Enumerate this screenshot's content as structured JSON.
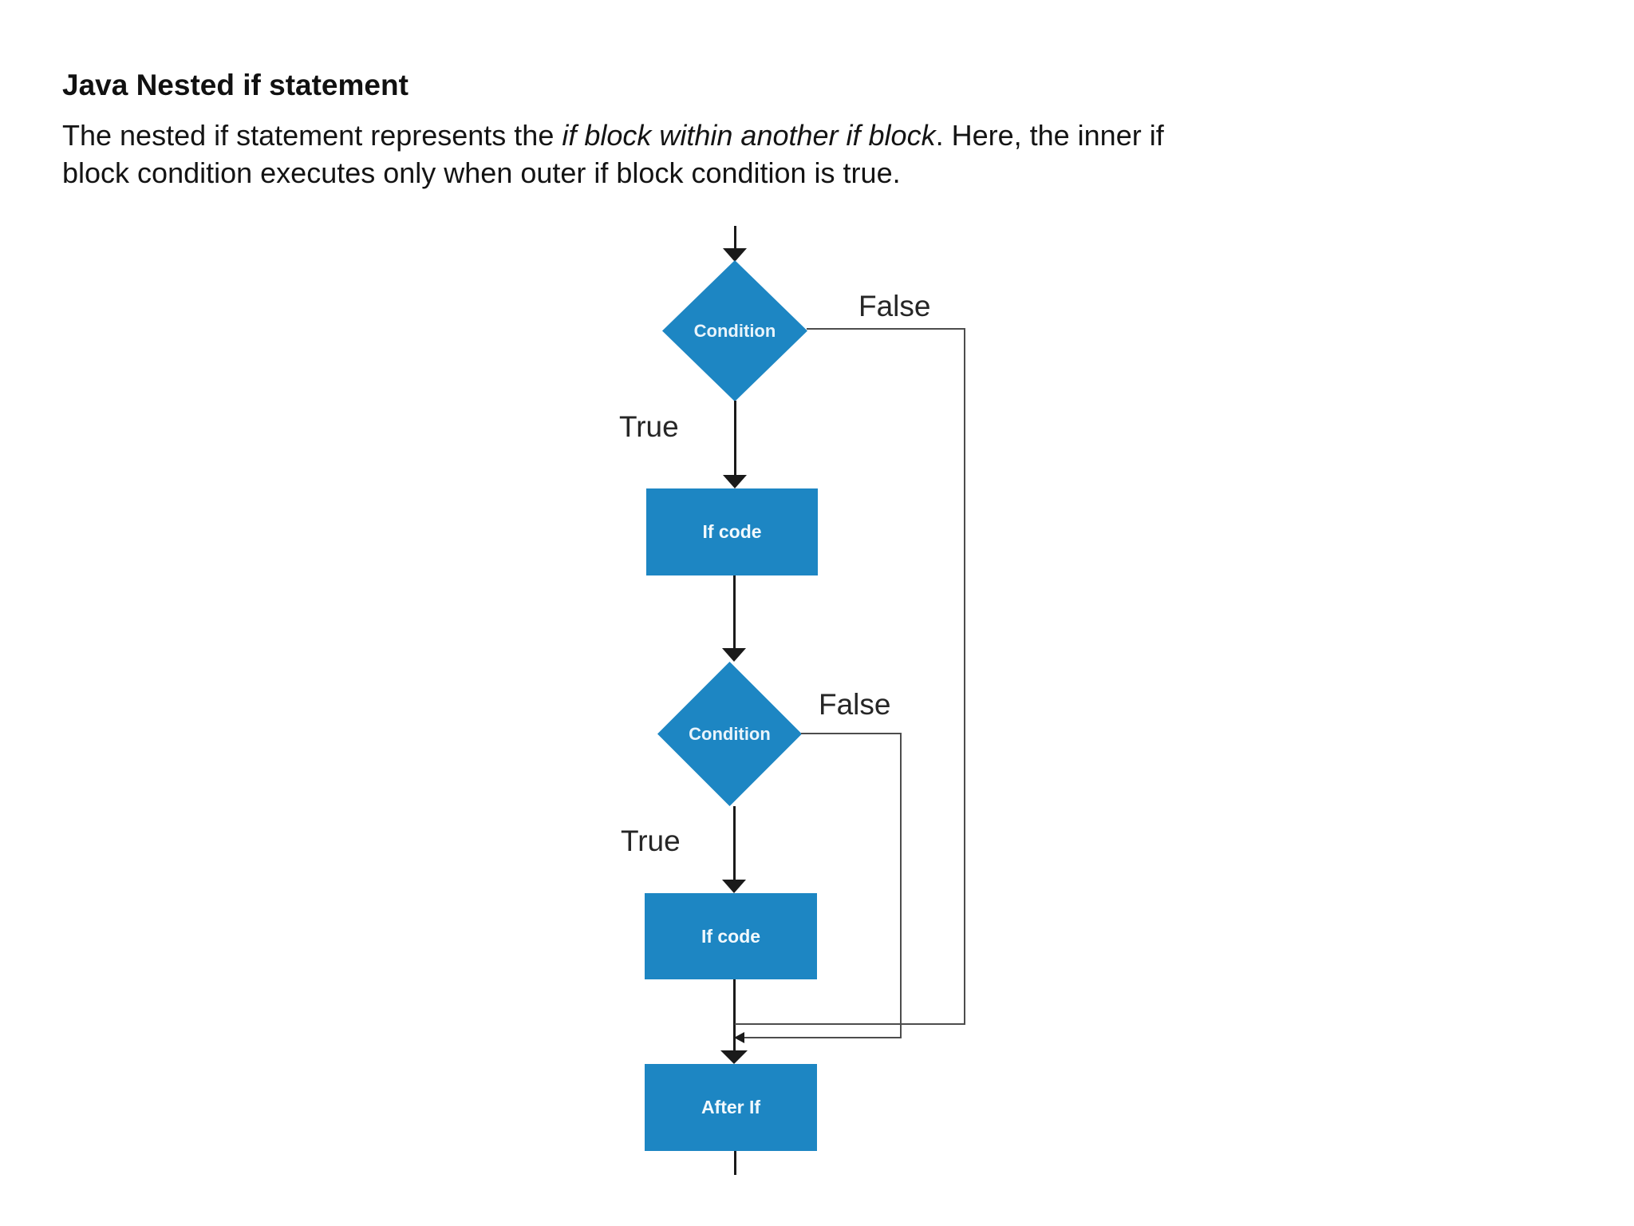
{
  "article": {
    "title": "Java Nested if statement",
    "paragraph": {
      "text_before_italic": "The nested if statement represents the ",
      "italic_text": "if block within another if block",
      "text_after_italic": ". Here, the inner if block condition executes only when outer if block condition is true."
    }
  },
  "flowchart": {
    "colors": {
      "shape_fill": "#1d86c3",
      "shape_text": "#e9f4fb",
      "flow_line": "#1a1a1a",
      "branch_line": "#4d4d4d"
    },
    "nodes": {
      "condition1": "Condition",
      "if_code1": "If code",
      "condition2": "Condition",
      "if_code2": "If code",
      "after_if": "After If"
    },
    "labels": {
      "true1": "True",
      "false1": "False",
      "true2": "True",
      "false2": "False"
    }
  }
}
